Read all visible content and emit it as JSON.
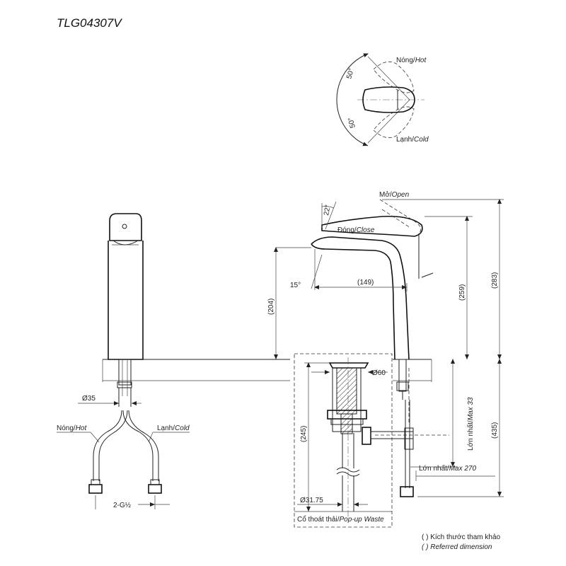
{
  "title": "TLG04307V",
  "handle_view": {
    "hot_label": "Nóng/",
    "hot_label_en": "Hot",
    "cold_label": "Lạnh/",
    "cold_label_en": "Cold",
    "angle_top": "50°",
    "angle_bottom": "50°"
  },
  "side_view": {
    "open_label": "Mở/",
    "open_label_en": "Open",
    "close_label": "Đóng/",
    "close_label_en": "Close",
    "angle_handle": "22°",
    "angle_spout": "15°",
    "dim_reach": "(149)",
    "dim_spout_height": "(204)",
    "dim_body_height": "(259)",
    "dim_total_height": "(283)",
    "dim_below": "(435)",
    "dim_max33_vi": "Lớn nhất/",
    "dim_max33_en": "Max 33",
    "dim_max270_vi": "Lớn nhất/",
    "dim_max270_en": "Max 270"
  },
  "front_view": {
    "dim_diameter": "Ø35",
    "hot_label": "Nóng/",
    "hot_label_en": "Hot",
    "cold_label": "Lạnh/",
    "cold_label_en": "Cold",
    "thread": "2-G½"
  },
  "waste_view": {
    "dim_flange": "Ø60",
    "dim_length": "(245)",
    "dim_pipe": "Ø31.75",
    "label_vi": "Cổ thoát thải/",
    "label_en": "Pop-up Waste"
  },
  "legend": {
    "line1": "( ) Kích thước tham khảo",
    "line2": "( ) Referred dimension"
  }
}
